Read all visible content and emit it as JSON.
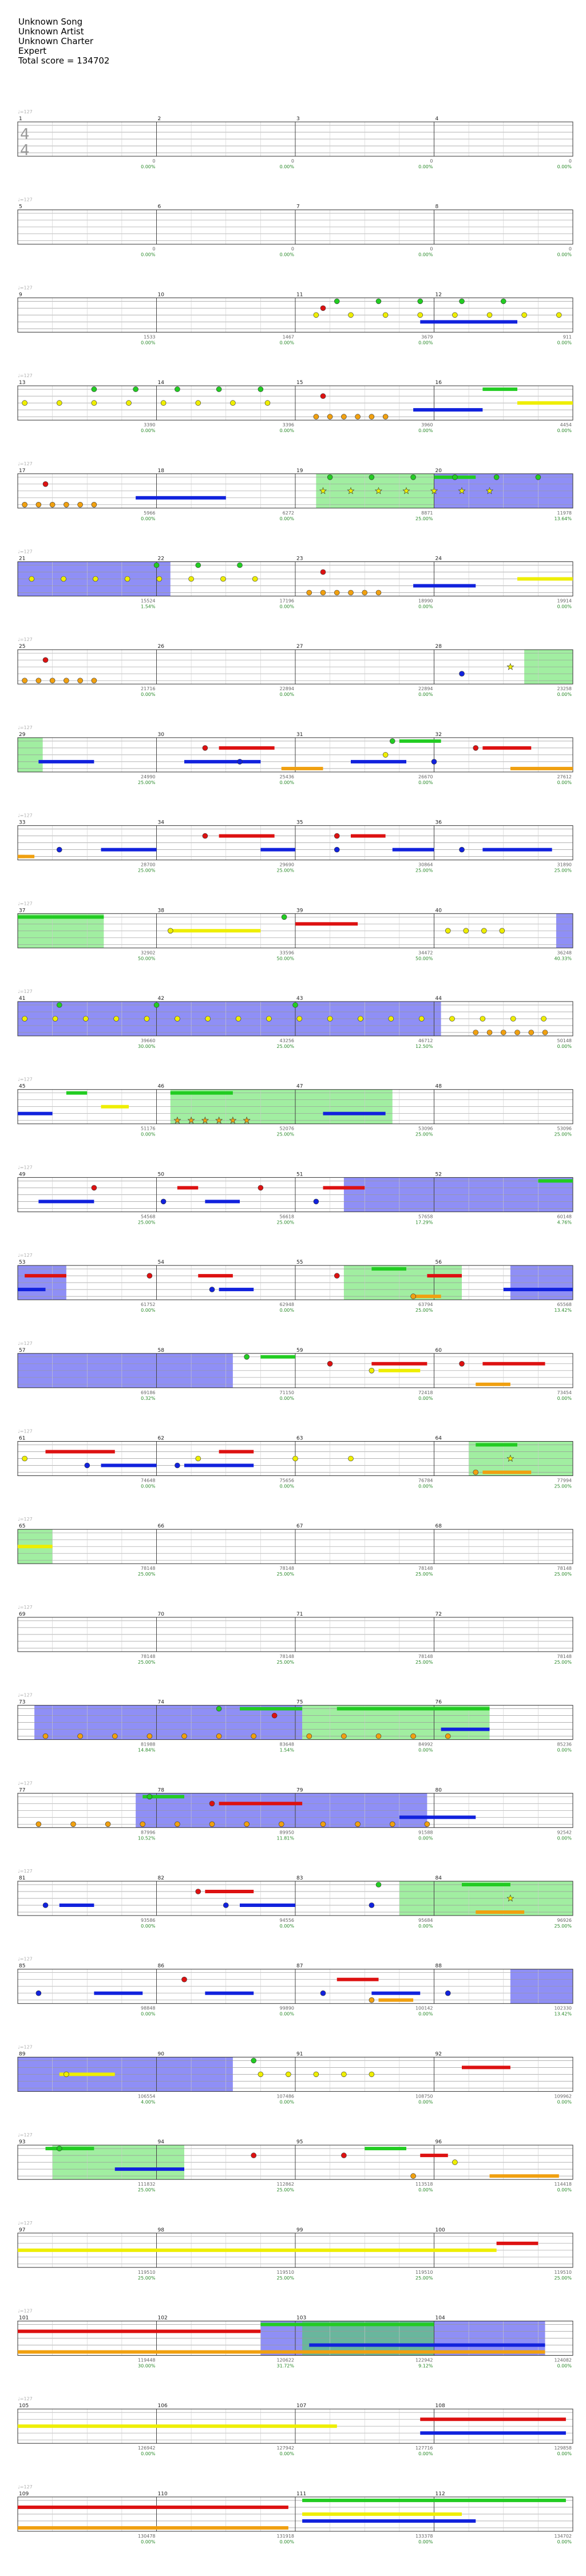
{
  "header": {
    "song": "Unknown Song",
    "artist": "Unknown Artist",
    "charter": "Unknown Charter",
    "difficulty": "Expert",
    "total_score_label": "Total score = 134702"
  },
  "time_signature": {
    "top": "4",
    "bottom": "4"
  },
  "colors": {
    "green": "#22cc22",
    "red": "#dd1111",
    "yellow": "#eeee00",
    "blue": "#1122dd",
    "orange": "#f0a010",
    "purple": "#990099",
    "star_power": "#44dd44",
    "solo": "#3333ee"
  },
  "systems": [
    {
      "bpm": "♩=127",
      "measures": [
        1,
        2,
        3,
        4
      ],
      "scores": [
        "0",
        "0",
        "0",
        "0"
      ],
      "percents": [
        "0.00%",
        "0.00%",
        "0.00%",
        "0.00%"
      ]
    },
    {
      "bpm": "♩=127",
      "measures": [
        5,
        6,
        7,
        8
      ],
      "scores": [
        "0",
        "0",
        "0",
        "0"
      ],
      "percents": [
        "0.00%",
        "0.00%",
        "0.00%",
        "0.00%"
      ]
    },
    {
      "bpm": "♩=127",
      "measures": [
        9,
        10,
        11,
        12
      ],
      "scores": [
        "1533",
        "1467",
        "3679",
        "911"
      ],
      "percents": [
        "0.00%",
        "0.00%",
        "0.00%",
        "0.00%"
      ]
    },
    {
      "bpm": "♩=127",
      "measures": [
        13,
        14,
        15,
        16
      ],
      "scores": [
        "3390",
        "3396",
        "3960",
        "4454"
      ],
      "percents": [
        "0.00%",
        "0.00%",
        "0.00%",
        "0.00%"
      ]
    },
    {
      "bpm": "♩=127",
      "measures": [
        17,
        18,
        19,
        20
      ],
      "scores": [
        "5966",
        "6272",
        "8871",
        "11978"
      ],
      "percents": [
        "0.00%",
        "0.00%",
        "25.00%",
        "13.64%"
      ]
    },
    {
      "bpm": "♩=127",
      "measures": [
        21,
        22,
        23,
        24
      ],
      "scores": [
        "15524",
        "17196",
        "18990",
        "19914"
      ],
      "percents": [
        "1.54%",
        "0.00%",
        "0.00%",
        "0.00%"
      ]
    },
    {
      "bpm": "♩=127",
      "measures": [
        25,
        26,
        27,
        28
      ],
      "scores": [
        "21716",
        "22894",
        "22894",
        "23258"
      ],
      "percents": [
        "0.00%",
        "0.00%",
        "0.00%",
        "0.00%"
      ]
    },
    {
      "bpm": "♩=127",
      "measures": [
        29,
        30,
        31,
        32
      ],
      "scores": [
        "24990",
        "25436",
        "26670",
        "27612"
      ],
      "percents": [
        "25.00%",
        "0.00%",
        "0.00%",
        "0.00%"
      ]
    },
    {
      "bpm": "♩=127",
      "measures": [
        33,
        34,
        35,
        36
      ],
      "scores": [
        "28700",
        "29690",
        "30864",
        "31890"
      ],
      "percents": [
        "25.00%",
        "25.00%",
        "25.00%",
        "25.00%"
      ]
    },
    {
      "bpm": "♩=127",
      "measures": [
        37,
        38,
        39,
        40
      ],
      "scores": [
        "32902",
        "33596",
        "34472",
        "36248"
      ],
      "percents": [
        "50.00%",
        "50.00%",
        "50.00%",
        "40.33%"
      ]
    },
    {
      "bpm": "♩=127",
      "measures": [
        41,
        42,
        43,
        44
      ],
      "scores": [
        "39660",
        "43256",
        "46712",
        "50148"
      ],
      "percents": [
        "30.00%",
        "25.00%",
        "12.50%",
        "0.00%"
      ]
    },
    {
      "bpm": "♩=127",
      "measures": [
        45,
        46,
        47,
        48
      ],
      "scores": [
        "51176",
        "52076",
        "53096",
        "53096"
      ],
      "percents": [
        "0.00%",
        "25.00%",
        "25.00%",
        "25.00%"
      ]
    },
    {
      "bpm": "♩=127",
      "measures": [
        49,
        50,
        51,
        52
      ],
      "scores": [
        "54568",
        "56618",
        "57658",
        "60148"
      ],
      "percents": [
        "25.00%",
        "25.00%",
        "17.29%",
        "4.76%"
      ]
    },
    {
      "bpm": "♩=127",
      "measures": [
        53,
        54,
        55,
        56
      ],
      "scores": [
        "61752",
        "62948",
        "63794",
        "65568"
      ],
      "percents": [
        "0.00%",
        "0.00%",
        "25.00%",
        "13.42%"
      ]
    },
    {
      "bpm": "♩=127",
      "measures": [
        57,
        58,
        59,
        60
      ],
      "scores": [
        "69186",
        "71150",
        "72418",
        "73454"
      ],
      "percents": [
        "0.32%",
        "0.00%",
        "0.00%",
        "0.00%"
      ]
    },
    {
      "bpm": "♩=127",
      "measures": [
        61,
        62,
        63,
        64
      ],
      "scores": [
        "74648",
        "75656",
        "76784",
        "77994"
      ],
      "percents": [
        "0.00%",
        "0.00%",
        "0.00%",
        "25.00%"
      ]
    },
    {
      "bpm": "♩=127",
      "measures": [
        65,
        66,
        67,
        68
      ],
      "scores": [
        "78148",
        "78148",
        "78148",
        "78148"
      ],
      "percents": [
        "25.00%",
        "25.00%",
        "25.00%",
        "25.00%"
      ]
    },
    {
      "bpm": "♩=127",
      "measures": [
        69,
        70,
        71,
        72
      ],
      "scores": [
        "78148",
        "78148",
        "78148",
        "78148"
      ],
      "percents": [
        "25.00%",
        "25.00%",
        "25.00%",
        "25.00%"
      ]
    },
    {
      "bpm": "♩=127",
      "measures": [
        73,
        74,
        75,
        76
      ],
      "scores": [
        "81988",
        "83648",
        "84992",
        "85236"
      ],
      "percents": [
        "14.84%",
        "1.54%",
        "0.00%",
        "0.00%"
      ]
    },
    {
      "bpm": "♩=127",
      "measures": [
        77,
        78,
        79,
        80
      ],
      "scores": [
        "87996",
        "89950",
        "91588",
        "92542"
      ],
      "percents": [
        "10.52%",
        "11.81%",
        "0.00%",
        "0.00%"
      ]
    },
    {
      "bpm": "♩=127",
      "measures": [
        81,
        82,
        83,
        84
      ],
      "scores": [
        "93586",
        "94556",
        "95684",
        "96926"
      ],
      "percents": [
        "0.00%",
        "0.00%",
        "0.00%",
        "25.00%"
      ]
    },
    {
      "bpm": "♩=127",
      "measures": [
        85,
        86,
        87,
        88
      ],
      "scores": [
        "98848",
        "99890",
        "100142",
        "102330"
      ],
      "percents": [
        "0.00%",
        "0.00%",
        "0.00%",
        "13.42%"
      ]
    },
    {
      "bpm": "♩=127",
      "measures": [
        89,
        90,
        91,
        92
      ],
      "scores": [
        "106554",
        "107486",
        "108750",
        "109962"
      ],
      "percents": [
        "4.00%",
        "0.00%",
        "0.00%",
        "0.00%"
      ]
    },
    {
      "bpm": "♩=127",
      "measures": [
        93,
        94,
        95,
        96
      ],
      "scores": [
        "111832",
        "112862",
        "113518",
        "114418"
      ],
      "percents": [
        "25.00%",
        "25.00%",
        "0.00%",
        "0.00%"
      ]
    },
    {
      "bpm": "♩=127",
      "measures": [
        97,
        98,
        99,
        100
      ],
      "scores": [
        "119510",
        "119510",
        "119510",
        "119510"
      ],
      "percents": [
        "25.00%",
        "25.00%",
        "25.00%",
        "25.00%"
      ]
    },
    {
      "bpm": "♩=127",
      "measures": [
        101,
        102,
        103,
        104
      ],
      "scores": [
        "119448",
        "120622",
        "122942",
        "124082"
      ],
      "percents": [
        "30.00%",
        "31.72%",
        "9.12%",
        "0.00%"
      ]
    },
    {
      "bpm": "♩=127",
      "measures": [
        105,
        106,
        107,
        108
      ],
      "scores": [
        "126942",
        "127942",
        "127716",
        "129858"
      ],
      "percents": [
        "0.00%",
        "0.00%",
        "0.00%",
        "0.00%"
      ]
    },
    {
      "bpm": "♩=127",
      "measures": [
        109,
        110,
        111,
        112
      ],
      "scores": [
        "130478",
        "131918",
        "133378",
        "134702"
      ],
      "percents": [
        "0.00%",
        "0.00%",
        "0.00%",
        "0.00%"
      ]
    }
  ]
}
